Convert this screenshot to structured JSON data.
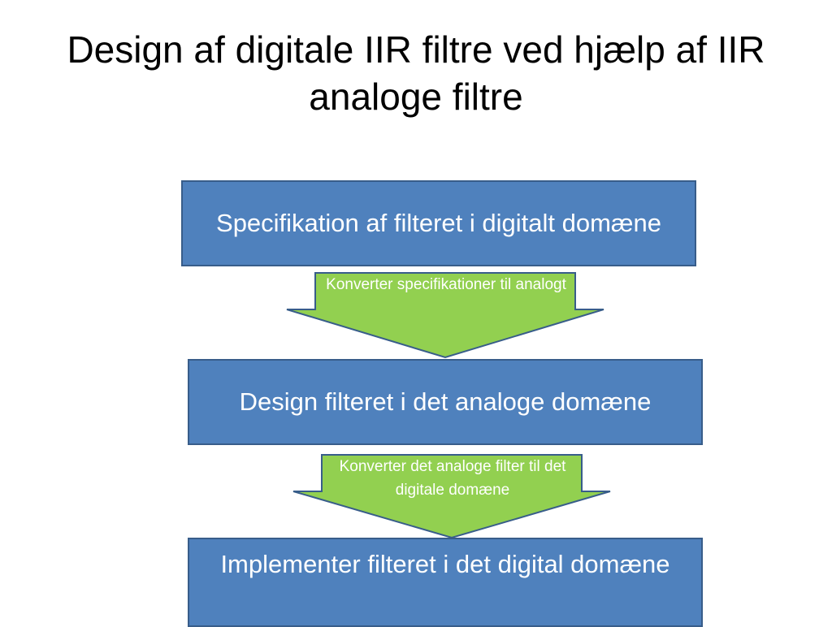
{
  "slide": {
    "title": "Design af digitale IIR filtre ved hjælp af IIR analoge filtre"
  },
  "flow": {
    "steps": [
      {
        "label": "Specifikation af filteret i digitalt domæne"
      },
      {
        "label": "Design filteret i det analoge domæne"
      },
      {
        "label": "Implementer filteret i det digital domæne"
      }
    ],
    "transitions": [
      {
        "label": "Konverter specifikationer til analogt"
      },
      {
        "label": "Konverter det analoge filter til det digitale domæne"
      }
    ]
  },
  "colors": {
    "box_fill": "#4f81bd",
    "box_border": "#385d8a",
    "arrow_fill": "#92d050",
    "arrow_border": "#385d8a"
  }
}
